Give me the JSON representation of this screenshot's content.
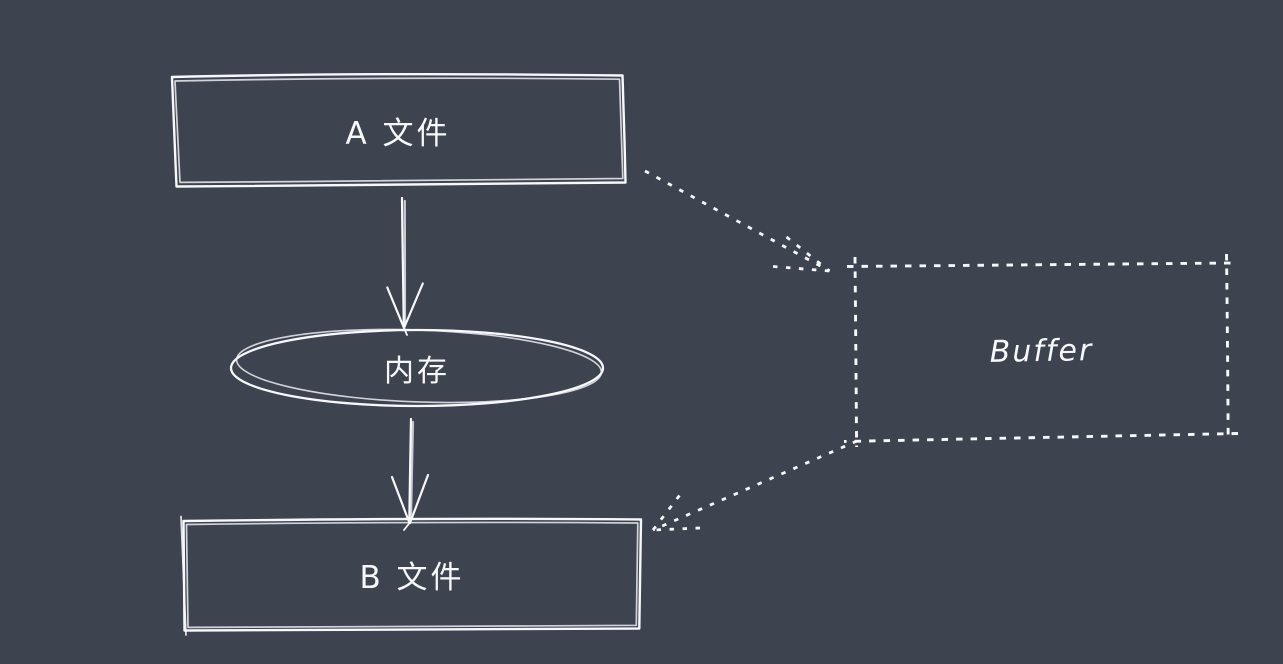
{
  "app": {
    "type": "hand-drawn flow diagram",
    "background_color": "#3e4350",
    "stroke_color": "#f7f8fa"
  },
  "diagram": {
    "nodes": [
      {
        "id": "file-a",
        "shape": "rectangle",
        "label": "A 文件"
      },
      {
        "id": "memory",
        "shape": "ellipse",
        "label": "内存"
      },
      {
        "id": "file-b",
        "shape": "rectangle",
        "label": "B 文件"
      },
      {
        "id": "buffer",
        "shape": "dashed-rectangle",
        "label": "Buffer"
      }
    ],
    "edges": [
      {
        "from": "file-a",
        "to": "memory",
        "style": "solid",
        "arrow": true
      },
      {
        "from": "memory",
        "to": "file-b",
        "style": "solid",
        "arrow": true
      },
      {
        "from": "file-a",
        "to": "buffer",
        "style": "dotted",
        "arrow": true
      },
      {
        "from": "buffer",
        "to": "file-b",
        "style": "dotted",
        "arrow": true
      }
    ]
  }
}
